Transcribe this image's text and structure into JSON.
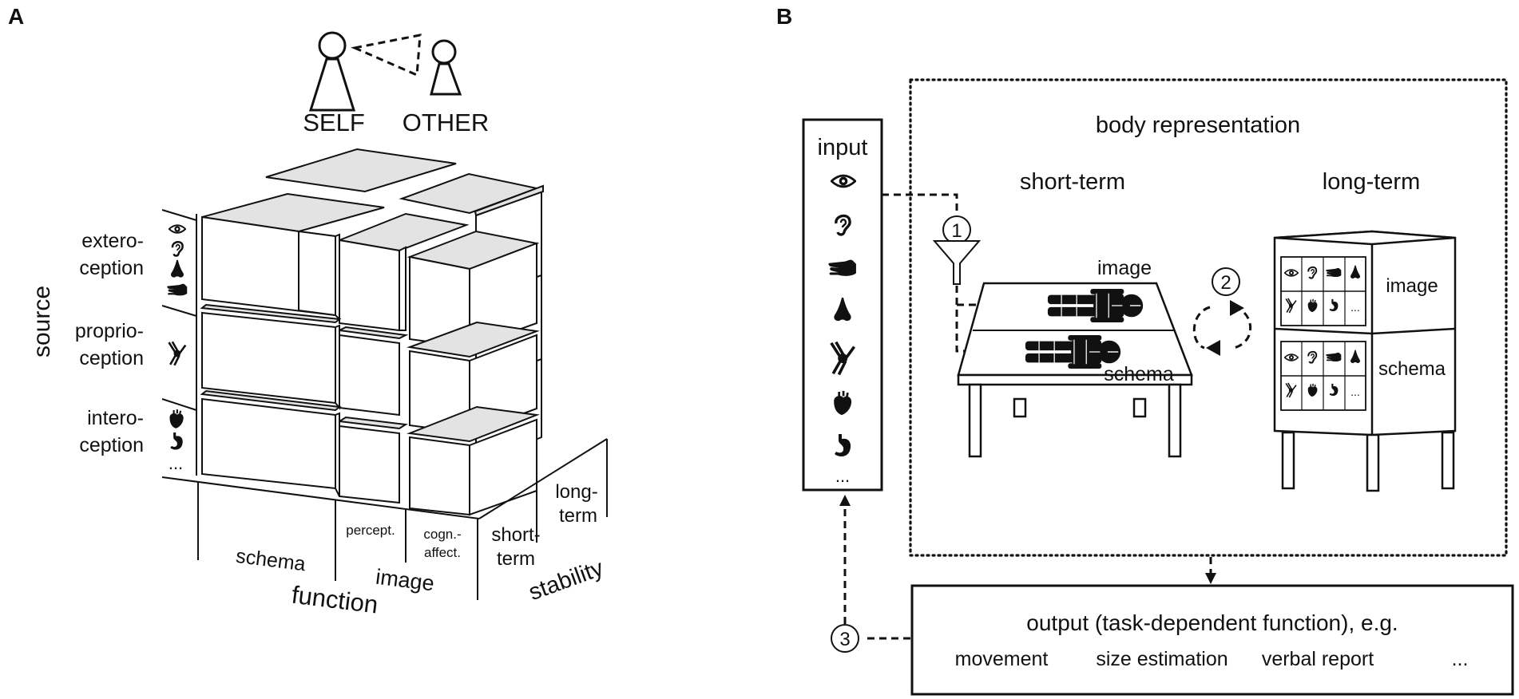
{
  "panel_a": {
    "label": "A",
    "self_label": "SELF",
    "other_label": "OTHER",
    "source_axis": "source",
    "source_rows": [
      {
        "label_line1": "extero-",
        "label_line2": "ception",
        "icons": [
          "eye-icon",
          "ear-icon",
          "nose-icon",
          "hand-icon"
        ]
      },
      {
        "label_line1": "proprio-",
        "label_line2": "ception",
        "icons": [
          "joint-icon"
        ]
      },
      {
        "label_line1": "intero-",
        "label_line2": "ception",
        "icons": [
          "heart-icon",
          "stomach-icon"
        ]
      }
    ],
    "source_more": "...",
    "function_axis": "function",
    "function_schema": "schema",
    "function_image": "image",
    "function_percept": "percept.",
    "function_cogn_line1": "cogn.-",
    "function_cogn_line2": "affect.",
    "stability_axis": "stability",
    "stability_short_line1": "short-",
    "stability_short_line2": "term",
    "stability_long_line1": "long-",
    "stability_long_line2": "term"
  },
  "panel_b": {
    "label": "B",
    "input_title": "input",
    "input_icons": [
      "eye-icon",
      "ear-icon",
      "hand-icon",
      "nose-icon",
      "joint-icon",
      "heart-icon",
      "stomach-icon"
    ],
    "input_more": "...",
    "body_representation": "body representation",
    "short_term": "short-term",
    "long_term": "long-term",
    "step1": "1",
    "step2": "2",
    "step3": "3",
    "table_image": "image",
    "table_schema": "schema",
    "cabinet_image": "image",
    "cabinet_schema": "schema",
    "output_title": "output (task-dependent function), e.g.",
    "outputs": [
      "movement",
      "size estimation",
      "verbal report",
      "..."
    ],
    "cabinet_more": "..."
  }
}
